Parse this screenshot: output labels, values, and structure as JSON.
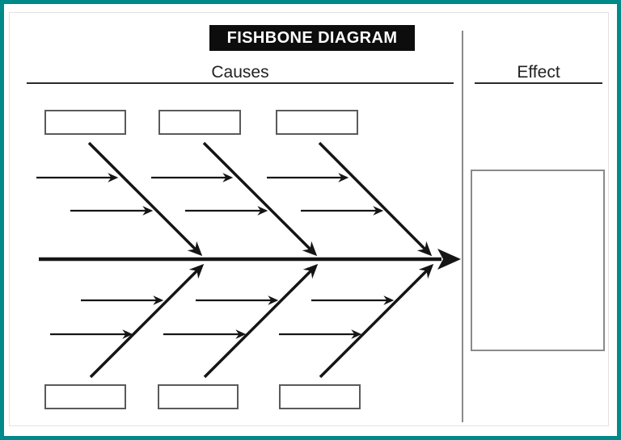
{
  "header": {
    "title": "FISHBONE DIAGRAM"
  },
  "sections": {
    "causes_label": "Causes",
    "effect_label": "Effect"
  },
  "diagram": {
    "type": "fishbone",
    "cause_boxes_top": [
      "",
      "",
      ""
    ],
    "cause_boxes_bottom": [
      "",
      "",
      ""
    ],
    "effect_box_value": "",
    "top_branches": 3,
    "bottom_branches": 3,
    "sub_arrows_per_branch": 2
  },
  "colors": {
    "frame_teal": "#008a8a",
    "title_bg": "#0d0d0d",
    "title_text": "#ffffff",
    "line_black": "#151515",
    "cause_box_border": "#5a5a5a",
    "effect_box_border": "#8a8a8a"
  }
}
